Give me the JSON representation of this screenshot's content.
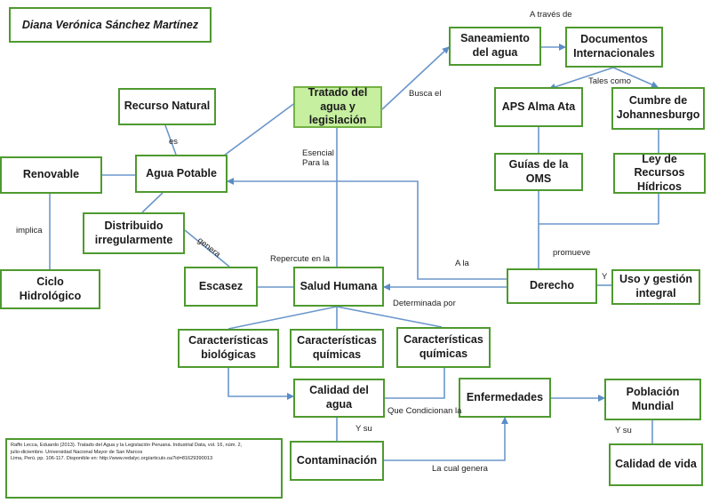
{
  "author": "Diana Verónica Sánchez Martínez",
  "nodes": {
    "tratado": "Tratado del agua y legislación",
    "saneamiento": "Saneamiento del agua",
    "documentos": "Documentos Internacionales",
    "recurso": "Recurso Natural",
    "aps": "APS Alma Ata",
    "cumbre": "Cumbre de Johannesburgo",
    "renovable": "Renovable",
    "agua_potable": "Agua Potable",
    "guias": "Guías de la OMS",
    "ley": "Ley de Recursos Hídricos",
    "distribuido": "Distribuido irregularmente",
    "ciclo": "Ciclo Hidrológico",
    "escasez": "Escasez",
    "salud": "Salud Humana",
    "derecho": "Derecho",
    "uso": "Uso y gestión integral",
    "car_bio": "Características biológicas",
    "car_quim1": "Características químicas",
    "car_quim2": "Características químicas",
    "calidad_agua": "Calidad del agua",
    "enfermedades": "Enfermedades",
    "poblacion": "Población Mundial",
    "contaminacion": "Contaminación",
    "calidad_vida": "Calidad de vida"
  },
  "edge_labels": {
    "a_traves_de": "A través de",
    "tales_como": "Tales como",
    "busca_el": "Busca el",
    "es": "es",
    "esencial_para_la": "Esencial Para la",
    "implica": "implica",
    "genera": "genera",
    "repercute": "Repercute en la",
    "a_la": "A la",
    "promueve": "promueve",
    "y": "Y",
    "determinada_por": "Determinada por",
    "que_condicionan": "Que Condicionan la",
    "y_su_1": "Y su",
    "y_su_2": "Y su",
    "la_cual_genera": "La cual genera"
  },
  "reference": {
    "line1": "Raffo Lecca, Eduardo (2013). Tratado del Agua y la Legislación Peruana. Industrial Data, vol. 16, núm. 2,",
    "line2": "julio-diciembre. Universidad Nacional Mayor de San Marcos",
    "line3": "Lima, Perú. pp. 106-117. Disponible en: http://www.redalyc.org/articulo.oa?id=81629390013"
  },
  "colors": {
    "line": "#6b97cb",
    "border": "#4e9a2f",
    "main_fill": "#c6efa0"
  }
}
